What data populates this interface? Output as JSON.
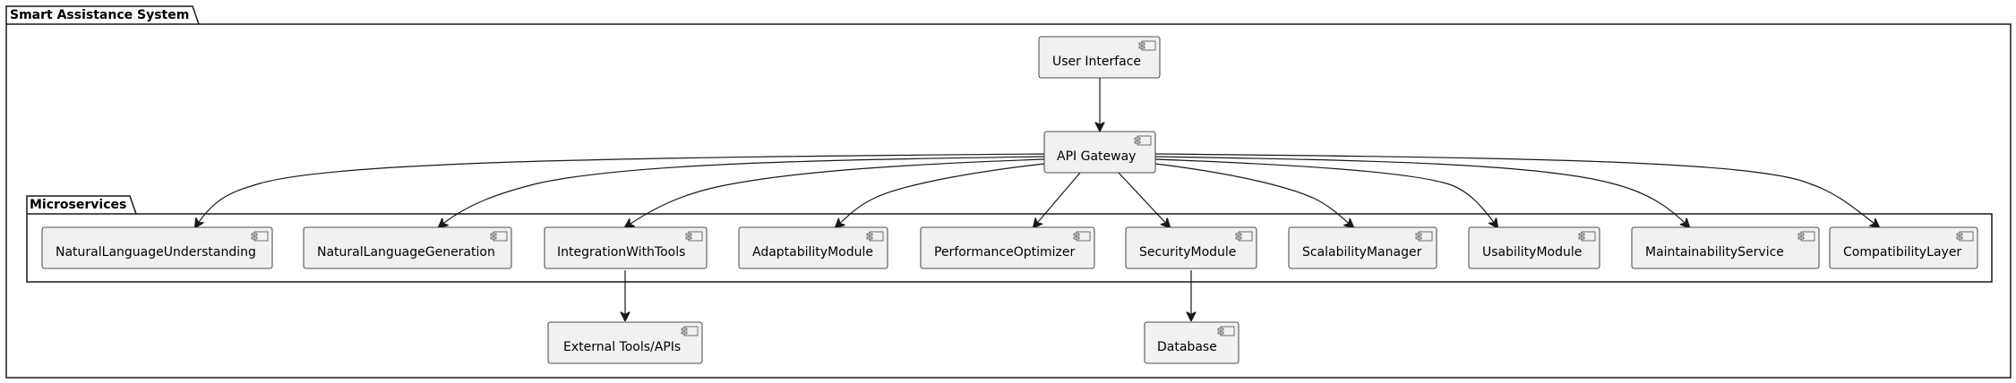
{
  "packages": {
    "outer": "Smart Assistance System",
    "inner": "Microservices"
  },
  "components": {
    "ui": "User Interface",
    "gateway": "API Gateway",
    "nlu": "NaturalLanguageUnderstanding",
    "nlg": "NaturalLanguageGeneration",
    "integration": "IntegrationWithTools",
    "adaptability": "AdaptabilityModule",
    "performance": "PerformanceOptimizer",
    "security": "SecurityModule",
    "scalability": "ScalabilityManager",
    "usability": "UsabilityModule",
    "maintainability": "MaintainabilityService",
    "compatibility": "CompatibilityLayer",
    "external": "External Tools/APIs",
    "database": "Database"
  },
  "icons": {
    "component": "component-icon"
  }
}
